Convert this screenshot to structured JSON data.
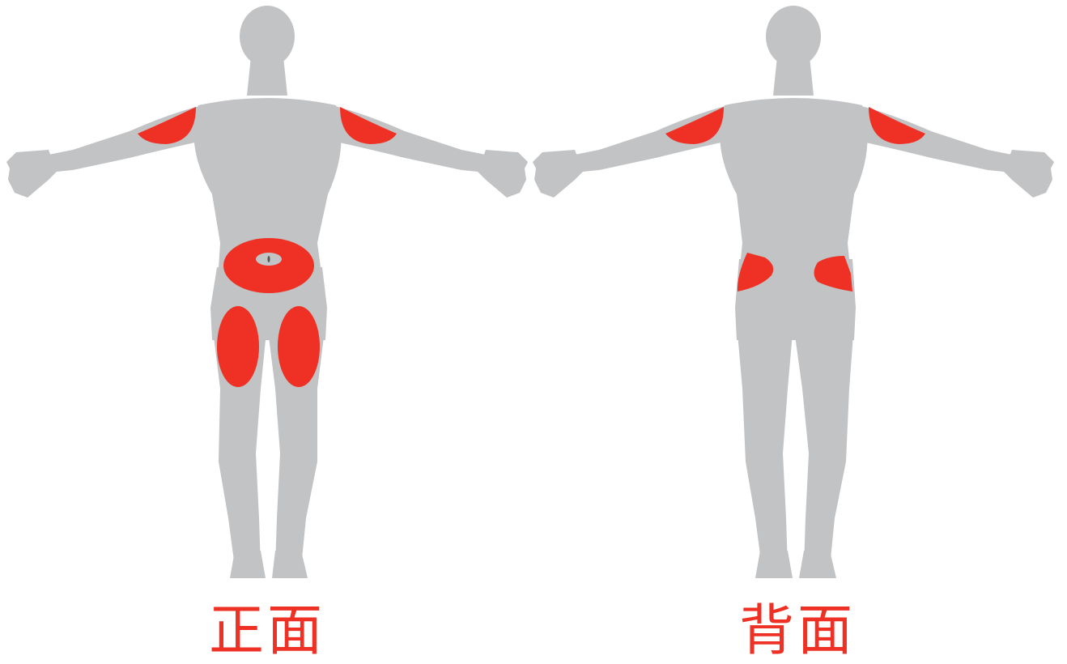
{
  "colors": {
    "body": "#c2c3c5",
    "highlight": "#ee3124",
    "label": "#ee3124"
  },
  "views": [
    {
      "id": "front",
      "label": "正面"
    },
    {
      "id": "back",
      "label": "背面"
    }
  ]
}
